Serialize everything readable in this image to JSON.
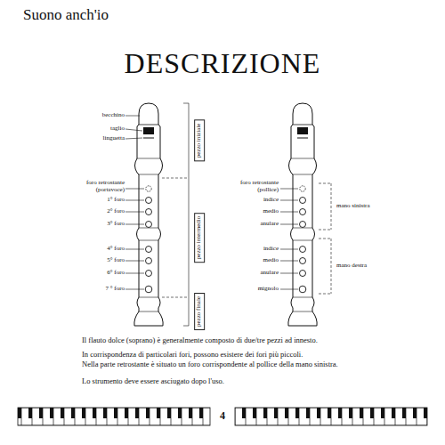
{
  "diagram": {
    "title": "DESCRIZIONE",
    "labels": [
      "Suono anch'io",
      "becchino",
      "taglio",
      "linguetta",
      "foro retrostante (portavoce)",
      "1° foro",
      "2° foro",
      "3° foro",
      "4° foro",
      "5° foro",
      "6° foro",
      "7 ° foro",
      "pezzo iniziale",
      "pezzo intermedio",
      "pezzo finale",
      "foro retrostante (pollice)",
      "indice",
      "medio",
      "anulare",
      "indice",
      "medio",
      "anulare",
      "mignolo",
      "mano sinistra",
      "mano destra",
      "Il flauto dolce (soprano) è generalmente composto di due/tre pezzi ad innesto.",
      "In corrispondenza di particolari fori, possono esistere dei fori più piccoli.",
      "Nella parte retrostante è situato un foro corrispondente al pollice della mano sinistra.",
      "Lo strumento deve essere asciugato dopo l'uso.",
      "4"
    ]
  }
}
